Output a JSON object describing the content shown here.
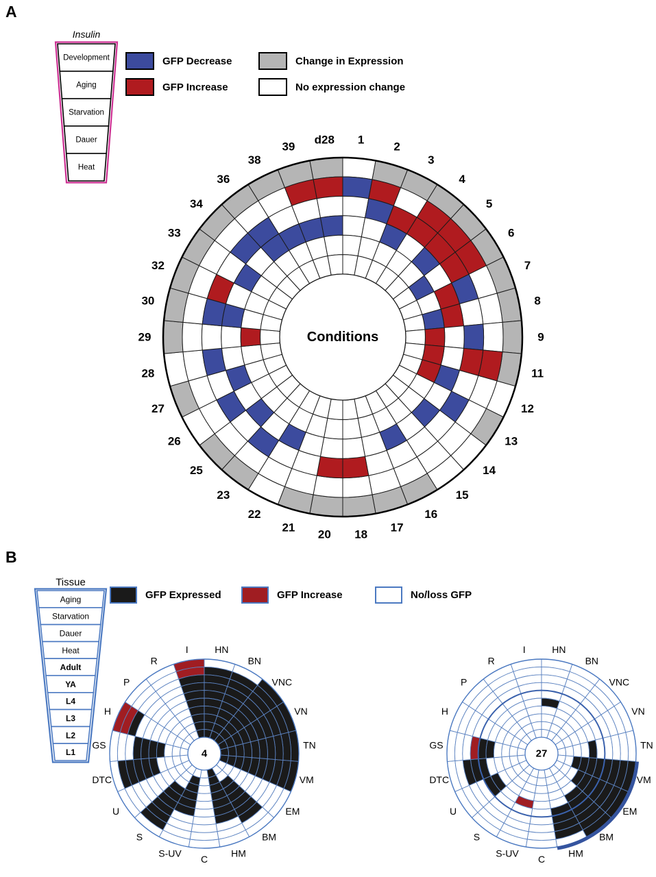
{
  "panelA": {
    "label": "A",
    "funnel": {
      "title": "Insulin",
      "title_italic": true,
      "outline_color": "#cc2f92",
      "row_border_color": "#000000",
      "rows": [
        {
          "label": "Development",
          "bold": false
        },
        {
          "label": "Aging",
          "bold": false
        },
        {
          "label": "Starvation",
          "bold": false
        },
        {
          "label": "Dauer",
          "bold": false
        },
        {
          "label": "Heat",
          "bold": false
        }
      ]
    },
    "legend": [
      {
        "label": "GFP Decrease",
        "color": "#3c4b9e"
      },
      {
        "label": "GFP Increase",
        "color": "#b01b1f"
      },
      {
        "label": "Change in Expression",
        "color": "#b5b5b5"
      },
      {
        "label": "No expression change",
        "color": "#ffffff"
      }
    ]
  },
  "panelB": {
    "label": "B",
    "funnel": {
      "title": "Tissue",
      "title_italic": false,
      "outline_color": "#4b79c1",
      "row_border_color": "#4b79c1",
      "rows": [
        {
          "label": "Aging",
          "bold": false
        },
        {
          "label": "Starvation",
          "bold": false
        },
        {
          "label": "Dauer",
          "bold": false
        },
        {
          "label": "Heat",
          "bold": false
        },
        {
          "label": "Adult",
          "bold": true
        },
        {
          "label": "YA",
          "bold": true
        },
        {
          "label": "L4",
          "bold": true
        },
        {
          "label": "L3",
          "bold": true
        },
        {
          "label": "L2",
          "bold": true
        },
        {
          "label": "L1",
          "bold": true
        }
      ]
    },
    "legend": [
      {
        "label": "GFP Expressed",
        "color": "#1a1a1a"
      },
      {
        "label": "GFP Increase",
        "color": "#a01d22"
      },
      {
        "label": "No/loss GFP",
        "color": "#ffffff"
      }
    ]
  },
  "chart_data": [
    {
      "type": "polar-grid",
      "panel": "A",
      "center_label": "Conditions",
      "ring_labels_outer_to_inner": [
        "Change in Expression (summary)",
        "Development",
        "Aging",
        "Starvation",
        "Dauer",
        "Heat"
      ],
      "color_key": {
        "G": "gray = change in expression",
        "W": "white = no expression change",
        "B": "blue = GFP decrease",
        "R": "red = GFP increase"
      },
      "colors": {
        "G": "#b5b5b5",
        "W": "#ffffff",
        "B": "#3c4b9e",
        "R": "#b01b1f"
      },
      "sectors": [
        {
          "label": "d28",
          "outer": "G",
          "rings": [
            "R",
            "W",
            "B",
            "W",
            "W"
          ]
        },
        {
          "label": "1",
          "outer": "W",
          "rings": [
            "B",
            "W",
            "W",
            "W",
            "W"
          ]
        },
        {
          "label": "2",
          "outer": "G",
          "rings": [
            "R",
            "B",
            "W",
            "W",
            "W"
          ]
        },
        {
          "label": "3",
          "outer": "G",
          "rings": [
            "W",
            "R",
            "B",
            "W",
            "W"
          ]
        },
        {
          "label": "4",
          "outer": "G",
          "rings": [
            "R",
            "R",
            "W",
            "W",
            "W"
          ]
        },
        {
          "label": "5",
          "outer": "G",
          "rings": [
            "R",
            "R",
            "B",
            "W",
            "W"
          ]
        },
        {
          "label": "6",
          "outer": "G",
          "rings": [
            "R",
            "R",
            "W",
            "B",
            "W"
          ]
        },
        {
          "label": "7",
          "outer": "G",
          "rings": [
            "W",
            "B",
            "R",
            "W",
            "W"
          ]
        },
        {
          "label": "8",
          "outer": "G",
          "rings": [
            "W",
            "W",
            "R",
            "B",
            "W"
          ]
        },
        {
          "label": "9",
          "outer": "G",
          "rings": [
            "W",
            "B",
            "W",
            "R",
            "W"
          ]
        },
        {
          "label": "11",
          "outer": "G",
          "rings": [
            "R",
            "R",
            "W",
            "R",
            "W"
          ]
        },
        {
          "label": "12",
          "outer": "W",
          "rings": [
            "W",
            "W",
            "B",
            "R",
            "W"
          ]
        },
        {
          "label": "13",
          "outer": "G",
          "rings": [
            "W",
            "B",
            "W",
            "W",
            "W"
          ]
        },
        {
          "label": "14",
          "outer": "W",
          "rings": [
            "W",
            "W",
            "B",
            "W",
            "W"
          ]
        },
        {
          "label": "15",
          "outer": "W",
          "rings": [
            "W",
            "W",
            "W",
            "W",
            "W"
          ]
        },
        {
          "label": "16",
          "outer": "G",
          "rings": [
            "W",
            "W",
            "B",
            "W",
            "W"
          ]
        },
        {
          "label": "17",
          "outer": "G",
          "rings": [
            "W",
            "W",
            "W",
            "W",
            "W"
          ]
        },
        {
          "label": "18",
          "outer": "G",
          "rings": [
            "W",
            "R",
            "W",
            "W",
            "W"
          ]
        },
        {
          "label": "20",
          "outer": "G",
          "rings": [
            "W",
            "R",
            "W",
            "W",
            "W"
          ]
        },
        {
          "label": "21",
          "outer": "G",
          "rings": [
            "W",
            "W",
            "W",
            "W",
            "W"
          ]
        },
        {
          "label": "22",
          "outer": "W",
          "rings": [
            "W",
            "W",
            "B",
            "W",
            "W"
          ]
        },
        {
          "label": "23",
          "outer": "G",
          "rings": [
            "W",
            "B",
            "W",
            "W",
            "W"
          ]
        },
        {
          "label": "25",
          "outer": "G",
          "rings": [
            "W",
            "W",
            "B",
            "W",
            "W"
          ]
        },
        {
          "label": "26",
          "outer": "W",
          "rings": [
            "W",
            "B",
            "W",
            "W",
            "W"
          ]
        },
        {
          "label": "27",
          "outer": "G",
          "rings": [
            "W",
            "W",
            "B",
            "W",
            "W"
          ]
        },
        {
          "label": "28",
          "outer": "W",
          "rings": [
            "W",
            "B",
            "W",
            "W",
            "W"
          ]
        },
        {
          "label": "29",
          "outer": "G",
          "rings": [
            "W",
            "W",
            "W",
            "R",
            "W"
          ]
        },
        {
          "label": "30",
          "outer": "G",
          "rings": [
            "W",
            "B",
            "B",
            "W",
            "W"
          ]
        },
        {
          "label": "32",
          "outer": "G",
          "rings": [
            "W",
            "R",
            "W",
            "W",
            "W"
          ]
        },
        {
          "label": "33",
          "outer": "G",
          "rings": [
            "W",
            "W",
            "B",
            "W",
            "W"
          ]
        },
        {
          "label": "34",
          "outer": "G",
          "rings": [
            "W",
            "B",
            "W",
            "W",
            "W"
          ]
        },
        {
          "label": "36",
          "outer": "G",
          "rings": [
            "W",
            "B",
            "B",
            "W",
            "W"
          ]
        },
        {
          "label": "38",
          "outer": "G",
          "rings": [
            "W",
            "W",
            "B",
            "W",
            "W"
          ]
        },
        {
          "label": "39",
          "outer": "G",
          "rings": [
            "R",
            "W",
            "B",
            "W",
            "W"
          ]
        }
      ]
    },
    {
      "type": "polar-grid",
      "panel": "B-left",
      "center_label": "4",
      "ring_labels_outer_to_inner": [
        "Aging",
        "Starvation",
        "Dauer",
        "Heat",
        "Adult",
        "YA",
        "L4",
        "L3",
        "L2",
        "L1"
      ],
      "color_key": {
        "K": "black = GFP expressed",
        "R": "dark red = GFP increase",
        "W": "white = no/loss GFP"
      },
      "colors": {
        "K": "#1a1a1a",
        "W": "#ffffff",
        "R": "#a01d22"
      },
      "sectors": [
        {
          "label": "I",
          "rings": [
            "R",
            "R",
            "K",
            "K",
            "K",
            "K",
            "K",
            "K",
            "K",
            "K"
          ]
        },
        {
          "label": "HN",
          "rings": [
            "W",
            "K",
            "K",
            "K",
            "K",
            "K",
            "K",
            "K",
            "K",
            "K"
          ]
        },
        {
          "label": "BN",
          "rings": [
            "W",
            "K",
            "K",
            "K",
            "K",
            "K",
            "K",
            "K",
            "K",
            "K"
          ]
        },
        {
          "label": "VNC",
          "rings": [
            "K",
            "K",
            "K",
            "K",
            "K",
            "K",
            "K",
            "K",
            "K",
            "K"
          ]
        },
        {
          "label": "VN",
          "rings": [
            "K",
            "K",
            "K",
            "K",
            "K",
            "K",
            "K",
            "K",
            "K",
            "K"
          ]
        },
        {
          "label": "TN",
          "rings": [
            "K",
            "K",
            "K",
            "K",
            "K",
            "K",
            "K",
            "K",
            "K",
            "K"
          ]
        },
        {
          "label": "VM",
          "rings": [
            "K",
            "K",
            "K",
            "K",
            "K",
            "K",
            "K",
            "K",
            "K",
            "K"
          ]
        },
        {
          "label": "EM",
          "rings": [
            "W",
            "W",
            "W",
            "W",
            "W",
            "W",
            "W",
            "W",
            "W",
            "W"
          ]
        },
        {
          "label": "BM",
          "rings": [
            "W",
            "W",
            "K",
            "K",
            "K",
            "K",
            "K",
            "K",
            "W",
            "W"
          ]
        },
        {
          "label": "HM",
          "rings": [
            "W",
            "W",
            "W",
            "K",
            "K",
            "K",
            "K",
            "K",
            "K",
            "K"
          ]
        },
        {
          "label": "C",
          "rings": [
            "W",
            "W",
            "W",
            "W",
            "W",
            "W",
            "W",
            "W",
            "W",
            "W"
          ]
        },
        {
          "label": "S-UV",
          "rings": [
            "W",
            "W",
            "W",
            "W",
            "K",
            "K",
            "K",
            "K",
            "K",
            "W"
          ]
        },
        {
          "label": "S",
          "rings": [
            "W",
            "K",
            "K",
            "K",
            "K",
            "K",
            "K",
            "W",
            "W",
            "W"
          ]
        },
        {
          "label": "U",
          "rings": [
            "W",
            "W",
            "W",
            "W",
            "W",
            "W",
            "W",
            "W",
            "W",
            "W"
          ]
        },
        {
          "label": "DTC",
          "rings": [
            "W",
            "K",
            "K",
            "K",
            "K",
            "K",
            "W",
            "W",
            "W",
            "W"
          ]
        },
        {
          "label": "GS",
          "rings": [
            "W",
            "W",
            "W",
            "K",
            "K",
            "K",
            "K",
            "W",
            "W",
            "W"
          ]
        },
        {
          "label": "H",
          "rings": [
            "R",
            "R",
            "K",
            "W",
            "W",
            "W",
            "W",
            "W",
            "W",
            "W"
          ]
        },
        {
          "label": "P",
          "rings": [
            "W",
            "W",
            "W",
            "W",
            "W",
            "W",
            "W",
            "W",
            "W",
            "W"
          ]
        },
        {
          "label": "R",
          "rings": [
            "W",
            "W",
            "W",
            "W",
            "W",
            "W",
            "W",
            "W",
            "W",
            "W"
          ]
        }
      ]
    },
    {
      "type": "polar-grid",
      "panel": "B-right",
      "center_label": "27",
      "ring_labels_outer_to_inner": [
        "Aging",
        "Starvation",
        "Dauer",
        "Heat",
        "Adult",
        "YA",
        "L4",
        "L3",
        "L2",
        "L1"
      ],
      "color_key": {
        "K": "black = GFP expressed",
        "R": "dark red = GFP increase",
        "W": "white = no/loss GFP"
      },
      "colors": {
        "K": "#1a1a1a",
        "W": "#ffffff",
        "R": "#a01d22"
      },
      "outer_blue_arc": {
        "from": "VM",
        "to": "HM",
        "color": "#35549f"
      },
      "sectors": [
        {
          "label": "I",
          "rings": [
            "W",
            "W",
            "W",
            "W",
            "W",
            "W",
            "W",
            "W",
            "W",
            "W"
          ]
        },
        {
          "label": "HN",
          "rings": [
            "W",
            "W",
            "W",
            "W",
            "W",
            "K",
            "W",
            "W",
            "W",
            "W"
          ]
        },
        {
          "label": "BN",
          "rings": [
            "W",
            "W",
            "W",
            "W",
            "W",
            "W",
            "W",
            "W",
            "W",
            "W"
          ]
        },
        {
          "label": "VNC",
          "rings": [
            "W",
            "W",
            "W",
            "W",
            "W",
            "W",
            "W",
            "W",
            "W",
            "W"
          ]
        },
        {
          "label": "VN",
          "rings": [
            "W",
            "W",
            "W",
            "W",
            "W",
            "W",
            "W",
            "W",
            "W",
            "W"
          ]
        },
        {
          "label": "TN",
          "rings": [
            "W",
            "W",
            "W",
            "W",
            "W",
            "K",
            "W",
            "W",
            "W",
            "W"
          ]
        },
        {
          "label": "VM",
          "rings": [
            "K",
            "K",
            "K",
            "K",
            "K",
            "K",
            "K",
            "K",
            "W",
            "W"
          ]
        },
        {
          "label": "EM",
          "rings": [
            "K",
            "K",
            "K",
            "K",
            "K",
            "K",
            "K",
            "W",
            "W",
            "W"
          ]
        },
        {
          "label": "BM",
          "rings": [
            "K",
            "K",
            "K",
            "K",
            "K",
            "K",
            "W",
            "W",
            "W",
            "W"
          ]
        },
        {
          "label": "HM",
          "rings": [
            "W",
            "K",
            "K",
            "K",
            "K",
            "W",
            "W",
            "W",
            "W",
            "W"
          ]
        },
        {
          "label": "C",
          "rings": [
            "W",
            "W",
            "W",
            "W",
            "W",
            "W",
            "W",
            "W",
            "W",
            "W"
          ]
        },
        {
          "label": "S-UV",
          "rings": [
            "W",
            "W",
            "W",
            "W",
            "W",
            "R",
            "W",
            "W",
            "W",
            "W"
          ]
        },
        {
          "label": "S",
          "rings": [
            "W",
            "W",
            "W",
            "W",
            "W",
            "W",
            "W",
            "W",
            "W",
            "W"
          ]
        },
        {
          "label": "U",
          "rings": [
            "W",
            "W",
            "W",
            "W",
            "K",
            "K",
            "W",
            "W",
            "W",
            "W"
          ]
        },
        {
          "label": "DTC",
          "rings": [
            "W",
            "W",
            "K",
            "K",
            "K",
            "W",
            "W",
            "W",
            "W",
            "W"
          ]
        },
        {
          "label": "GS",
          "rings": [
            "W",
            "W",
            "W",
            "R",
            "K",
            "K",
            "W",
            "W",
            "W",
            "W"
          ]
        },
        {
          "label": "H",
          "rings": [
            "W",
            "W",
            "W",
            "W",
            "W",
            "W",
            "W",
            "W",
            "W",
            "W"
          ]
        },
        {
          "label": "P",
          "rings": [
            "W",
            "W",
            "W",
            "W",
            "W",
            "W",
            "W",
            "W",
            "W",
            "W"
          ]
        },
        {
          "label": "R",
          "rings": [
            "W",
            "W",
            "W",
            "W",
            "W",
            "W",
            "W",
            "W",
            "W",
            "W"
          ]
        }
      ]
    }
  ]
}
